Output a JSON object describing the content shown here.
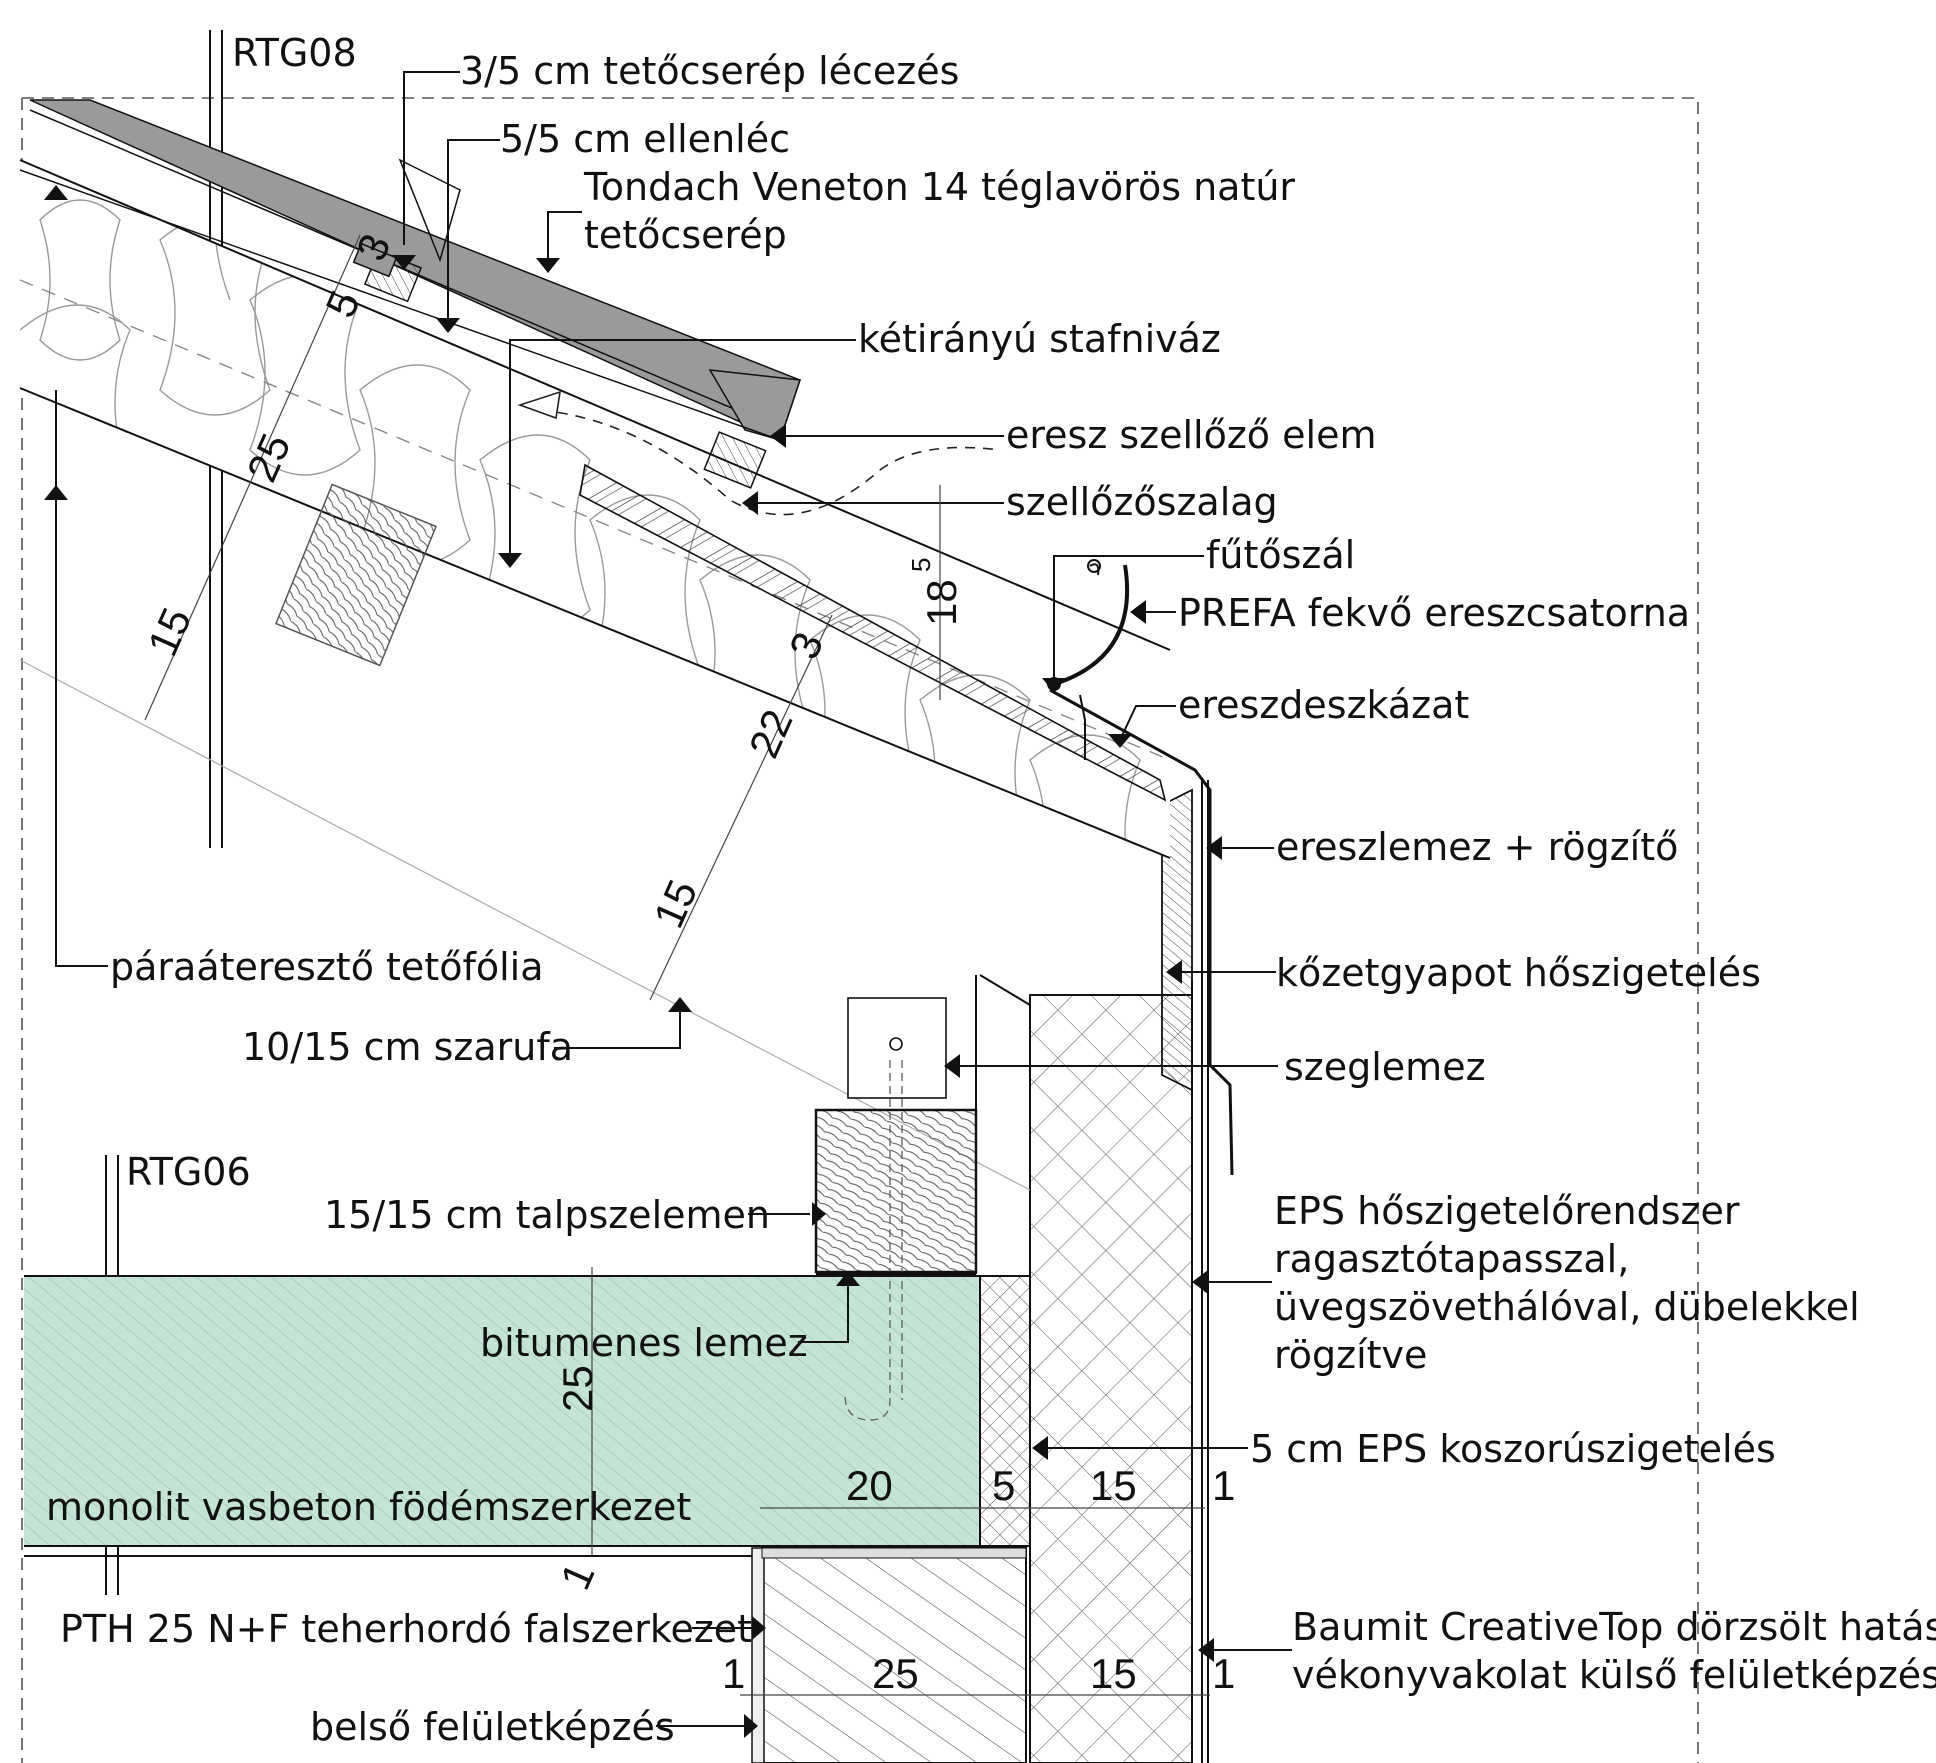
{
  "colors": {
    "concrete": "#c6e4d6",
    "line": "#111111",
    "roof_tile": "#9a9a9a"
  },
  "grid": {
    "top": "RTG08",
    "bottom": "RTG06"
  },
  "labels": {
    "lathing": "3/5 cm tetőcserép lécezés",
    "counter_batten": "5/5 cm ellenléc",
    "tile_1": "Tondach Veneton 14 téglavörös natúr",
    "tile_2": "tetőcserép",
    "mesh": "kétirányú stafniváz",
    "eave_vent": "eresz szellőző elem",
    "vent_tape": "szellőzőszalag",
    "heating_wire": "fűtőszál",
    "gutter": "PREFA fekvő ereszcsatorna",
    "eave_boarding": "ereszdeszkázat",
    "eave_sheet": "ereszlemez + rögzítő",
    "rock_wool": "kőzetgyapot hőszigetelés",
    "foil": "páraáteresztő tetőfólia",
    "rafter": "10/15 cm szarufa",
    "angle_plate": "szeglemez",
    "eps_1": "EPS hőszigetelőrendszer",
    "eps_2": "ragasztótapasszal,",
    "eps_3": "üvegszövethálóval, dübelekkel",
    "eps_4": "rögzítve",
    "wall_plate": "15/15 cm talpszelemen",
    "bitumen": "bitumenes lemez",
    "ring_beam_ins": "5 cm EPS koszorúszigetelés",
    "slab": "monolit vasbeton födémszerkezet",
    "wall": "PTH 25 N+F teherhordó falszerkezet",
    "plaster_1": "Baumit CreativeTop dörzsölt hatású",
    "plaster_2": "vékonyvakolat  külső felületképzés",
    "inner_finish": "belső felületképzés"
  },
  "dims": {
    "roof_3": "3",
    "roof_5": "5",
    "roof_25": "25",
    "roof_15": "15",
    "eave_3": "3",
    "eave_22": "22",
    "eave_15": "15",
    "h_18": "18",
    "h_18_sup": "5",
    "slab_25": "25",
    "slab_1": "1",
    "d_20": "20",
    "d_5": "5",
    "d_15a": "15",
    "d_1a": "1",
    "w_1": "1",
    "w_25": "25",
    "w_15": "15",
    "w_1b": "1"
  }
}
